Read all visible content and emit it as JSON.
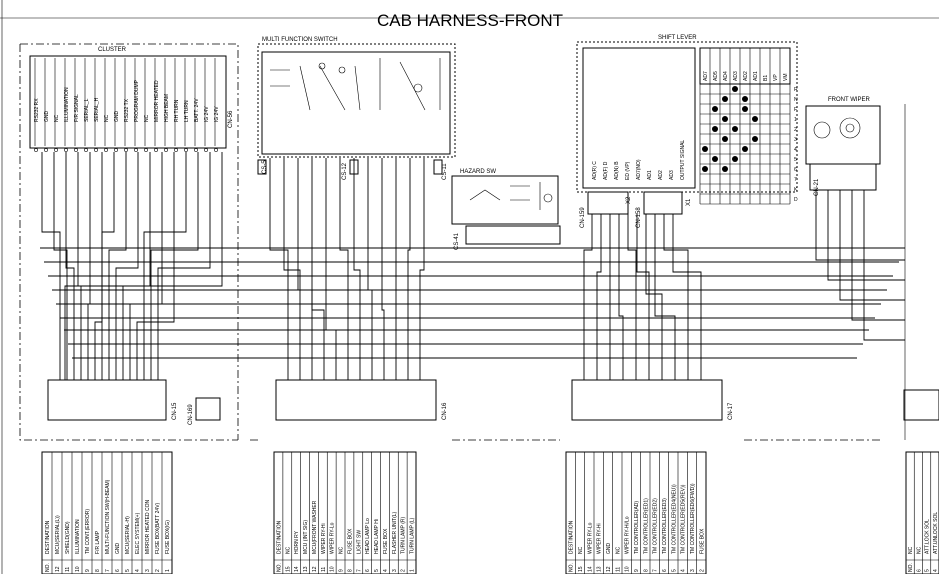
{
  "title": "CAB HARNESS-FRONT",
  "components": {
    "cluster": "CLUSTER",
    "multi_function_switch": "MULTI FUNCTION SWITCH",
    "shift_lever": "SHIFT LEVER",
    "front_wiper": "FRONT WIPER",
    "hazard_sw": "HAZARD SW"
  },
  "connectors": [
    "CN-56",
    "CS-5",
    "CS-12",
    "CS-11",
    "CS-41",
    "CN-159",
    "CN-158",
    "X1",
    "X2",
    "CN-21",
    "CN-15",
    "CN-169",
    "CN-16",
    "CN-17"
  ],
  "cluster_pins": [
    "RS232 RX",
    "GND",
    "NC",
    "ILLUMINATION",
    "F/R SIGNAL",
    "SERIAL_L",
    "SERIAL_H",
    "NC",
    "GND",
    "RS232 TX",
    "PROGRAM DUMP",
    "NC",
    "MIRROR HEATED",
    "HIGH BEAM",
    "RH TURN",
    "LH TURN",
    "BATT. 24V",
    "IG 24V",
    "IG 24V"
  ],
  "shift_signals": [
    "AD(R) C",
    "AD(F) D",
    "AD(N) B",
    "ED (VP)",
    "AD7(NO)",
    "AD1",
    "AD2",
    "AD3",
    "OUTPUT SIGNAL"
  ],
  "shift_grid_cols": [
    "AD7",
    "AD5",
    "AD4",
    "AD3",
    "AD2",
    "AD1",
    "B1",
    "VP",
    "VM"
  ],
  "shift_grid_rows": [
    "R",
    "N",
    "F",
    "1",
    "2",
    "3",
    "4",
    "5",
    "6",
    "7",
    "K",
    "D"
  ],
  "tables": [
    {
      "id": "CN-15",
      "header": [
        "NO.",
        "DESTINATION"
      ],
      "rows": [
        [
          "12",
          "MCU(SERIAL(L))"
        ],
        [
          "11",
          "SHIELD(GND)"
        ],
        [
          "10",
          "ILLUMINATION"
        ],
        [
          "9",
          "TM CONT.(ERROR)"
        ],
        [
          "8",
          "F/R LAMP"
        ],
        [
          "7",
          "MULTI-FUNCTION SW(H-BEAM)"
        ],
        [
          "6",
          "GND"
        ],
        [
          "5",
          "MCU(SERIAL-H)"
        ],
        [
          "4",
          "ELEC SYSTEM(+)"
        ],
        [
          "3",
          "MIRROR HEATED CON"
        ],
        [
          "2",
          "FUSE BOX(BATT 24V)"
        ],
        [
          "1",
          "FUSE BOX(IG)"
        ]
      ]
    },
    {
      "id": "CN-16",
      "header": [
        "NO.",
        "DESTINATION"
      ],
      "rows": [
        [
          "15",
          "NC"
        ],
        [
          "14",
          "HORN RY"
        ],
        [
          "13",
          "MCU (INT SIG)"
        ],
        [
          "12",
          "MCU(FRONT WASHER"
        ],
        [
          "11",
          "WIPER RY-Hi"
        ],
        [
          "10",
          "WIPER RY-Lo"
        ],
        [
          "9",
          "NC"
        ],
        [
          "8",
          "FUSE BOX"
        ],
        [
          "7",
          "LIGHT SW"
        ],
        [
          "6",
          "HEAD LAMP Lo"
        ],
        [
          "5",
          "HEAD LAMP Hi"
        ],
        [
          "4",
          "FUSE BOX"
        ],
        [
          "3",
          "FLASHER UNIT(L)"
        ],
        [
          "2",
          "TURN LAMP (R)"
        ],
        [
          "1",
          "TURN LAMP (L)"
        ]
      ]
    },
    {
      "id": "CN-17",
      "header": [
        "NO.",
        "DESTINATION"
      ],
      "rows": [
        [
          "15",
          "NC"
        ],
        [
          "14",
          "WIPER RY-Lo"
        ],
        [
          "13",
          "WIPER RY-Hi"
        ],
        [
          "12",
          "GND"
        ],
        [
          "11",
          "NC"
        ],
        [
          "10",
          "WIPER RY-Hi/Lo"
        ],
        [
          "9",
          "TM CONTROLLER(AD)"
        ],
        [
          "8",
          "TM CONTROLLER(ED1)"
        ],
        [
          "7",
          "TM CONTROLLER(ED2)"
        ],
        [
          "6",
          "TM CONTROLLER(ED3)"
        ],
        [
          "5",
          "TM CONTROLLER(ED4(NEU))"
        ],
        [
          "4",
          "TM CONTROLLER(ED5(REV))"
        ],
        [
          "3",
          "TM CONTROLLER(ED6(FWD))"
        ],
        [
          "2",
          "FUSE BOX"
        ]
      ]
    },
    {
      "id": "edge",
      "header": [
        "NO.",
        "NC"
      ],
      "rows": [
        [
          "6",
          "NC"
        ],
        [
          "5",
          "ATT.LOCK SOL"
        ],
        [
          "4",
          "ATT.UNLOCK SOL"
        ]
      ]
    }
  ]
}
